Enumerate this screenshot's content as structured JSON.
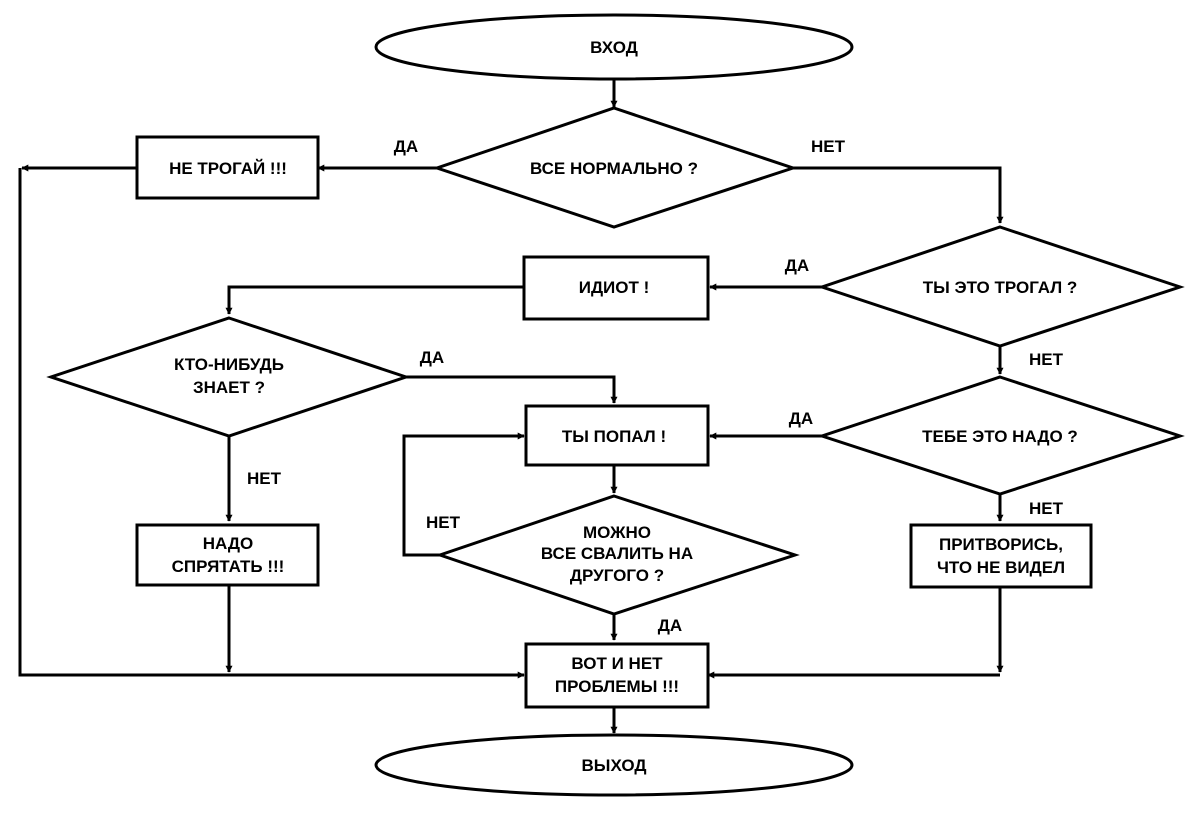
{
  "colors": {
    "stroke": "#000000",
    "background": "#ffffff"
  },
  "nodes": {
    "start": "ВХОД",
    "q_normal": "ВСЕ НОРМАЛЬНО ?",
    "dont_touch": "НЕ ТРОГАЙ !!!",
    "q_touched": "ТЫ ЭТО ТРОГАЛ ?",
    "idiot": "ИДИОТ !",
    "q_anyone_line1": "КТО-НИБУДЬ",
    "q_anyone_line2": "ЗНАЕТ ?",
    "q_need": "ТЕБЕ ЭТО НАДО ?",
    "gotcha": "ТЫ ПОПАЛ !",
    "hide_line1": "НАДО",
    "hide_line2": "СПРЯТАТЬ !!!",
    "q_blame_line1": "МОЖНО",
    "q_blame_line2": "ВСЕ СВАЛИТЬ НА",
    "q_blame_line3": "ДРУГОГО ?",
    "pretend_line1": "ПРИТВОРИСЬ,",
    "pretend_line2": "ЧТО НЕ ВИДЕЛ",
    "no_problem_line1": "ВОТ И НЕТ",
    "no_problem_line2": "ПРОБЛЕМЫ !!!",
    "end": "ВЫХОД"
  },
  "edge_labels": {
    "normal_yes": "ДА",
    "normal_no": "НЕТ",
    "touched_yes": "ДА",
    "touched_no": "НЕТ",
    "anyone_yes": "ДА",
    "anyone_no": "НЕТ",
    "need_yes": "ДА",
    "need_no": "НЕТ",
    "blame_no": "НЕТ",
    "blame_yes": "ДА"
  }
}
